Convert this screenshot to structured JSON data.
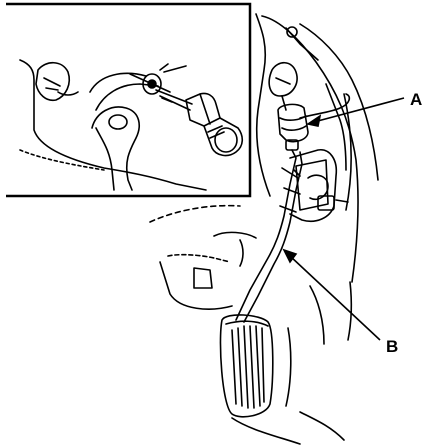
{
  "diagram": {
    "callouts": [
      {
        "id": "A",
        "label": "A"
      },
      {
        "id": "B",
        "label": "B"
      }
    ]
  },
  "colors": {
    "line": "#000000",
    "background": "#ffffff"
  }
}
